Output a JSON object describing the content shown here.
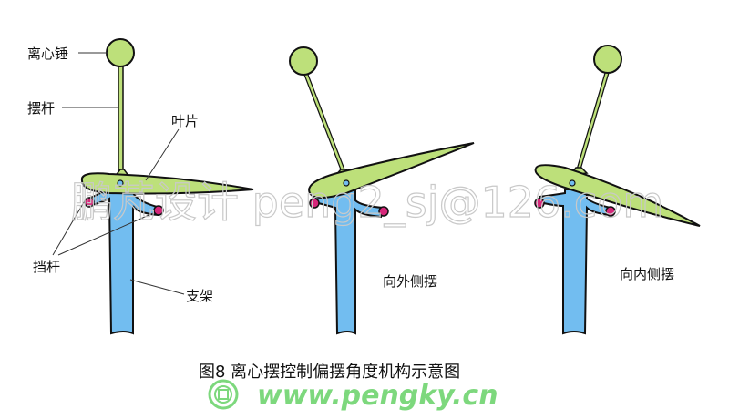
{
  "colors": {
    "weight_fill": "#bde07a",
    "blade_fill": "#bde07a",
    "bracket_fill": "#72bdf0",
    "stop_pin_fill": "#d6277a",
    "pivot_fill": "#72bdf0",
    "outline": "#111111",
    "site_green": "#7dd87d"
  },
  "labels": {
    "weight": "离心锤",
    "rod": "摆杆",
    "blade": "叶片",
    "stop_pins": "挡杆",
    "bracket": "支架"
  },
  "panels": [
    {
      "id": "neutral",
      "caption": ""
    },
    {
      "id": "outward",
      "caption": "向外侧摆"
    },
    {
      "id": "inward",
      "caption": "向内侧摆"
    }
  ],
  "figure_caption": "图8 离心摆控制偏摆角度机构示意图",
  "watermark": "鹏芃设计 peng2_sj@126.com",
  "site_url": "www.pengky.cn"
}
